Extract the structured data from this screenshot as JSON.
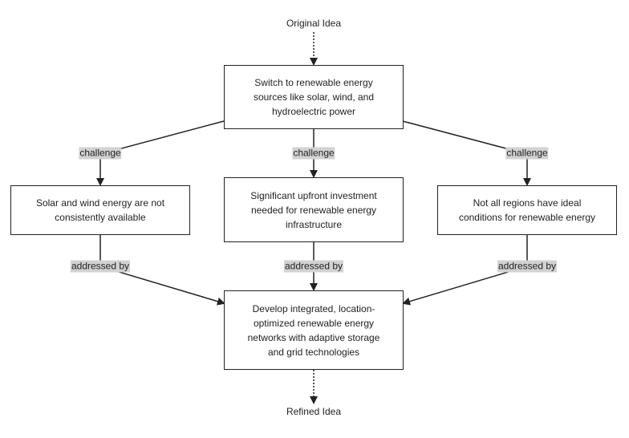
{
  "start_label": "Original Idea",
  "end_label": "Refined Idea",
  "root": {
    "text": "Switch to renewable energy sources like solar, wind, and hydroelectric power"
  },
  "challenges": [
    {
      "text": "Solar and wind energy are not consistently available"
    },
    {
      "text": "Significant upfront investment needed for renewable energy infrastructure"
    },
    {
      "text": "Not all regions have ideal conditions for renewable energy"
    }
  ],
  "solution": {
    "text": "Develop integrated, location-optimized renewable energy networks with adaptive storage and grid technologies"
  },
  "edge_labels": {
    "challenge": "challenge",
    "addressed_by": "addressed by"
  }
}
